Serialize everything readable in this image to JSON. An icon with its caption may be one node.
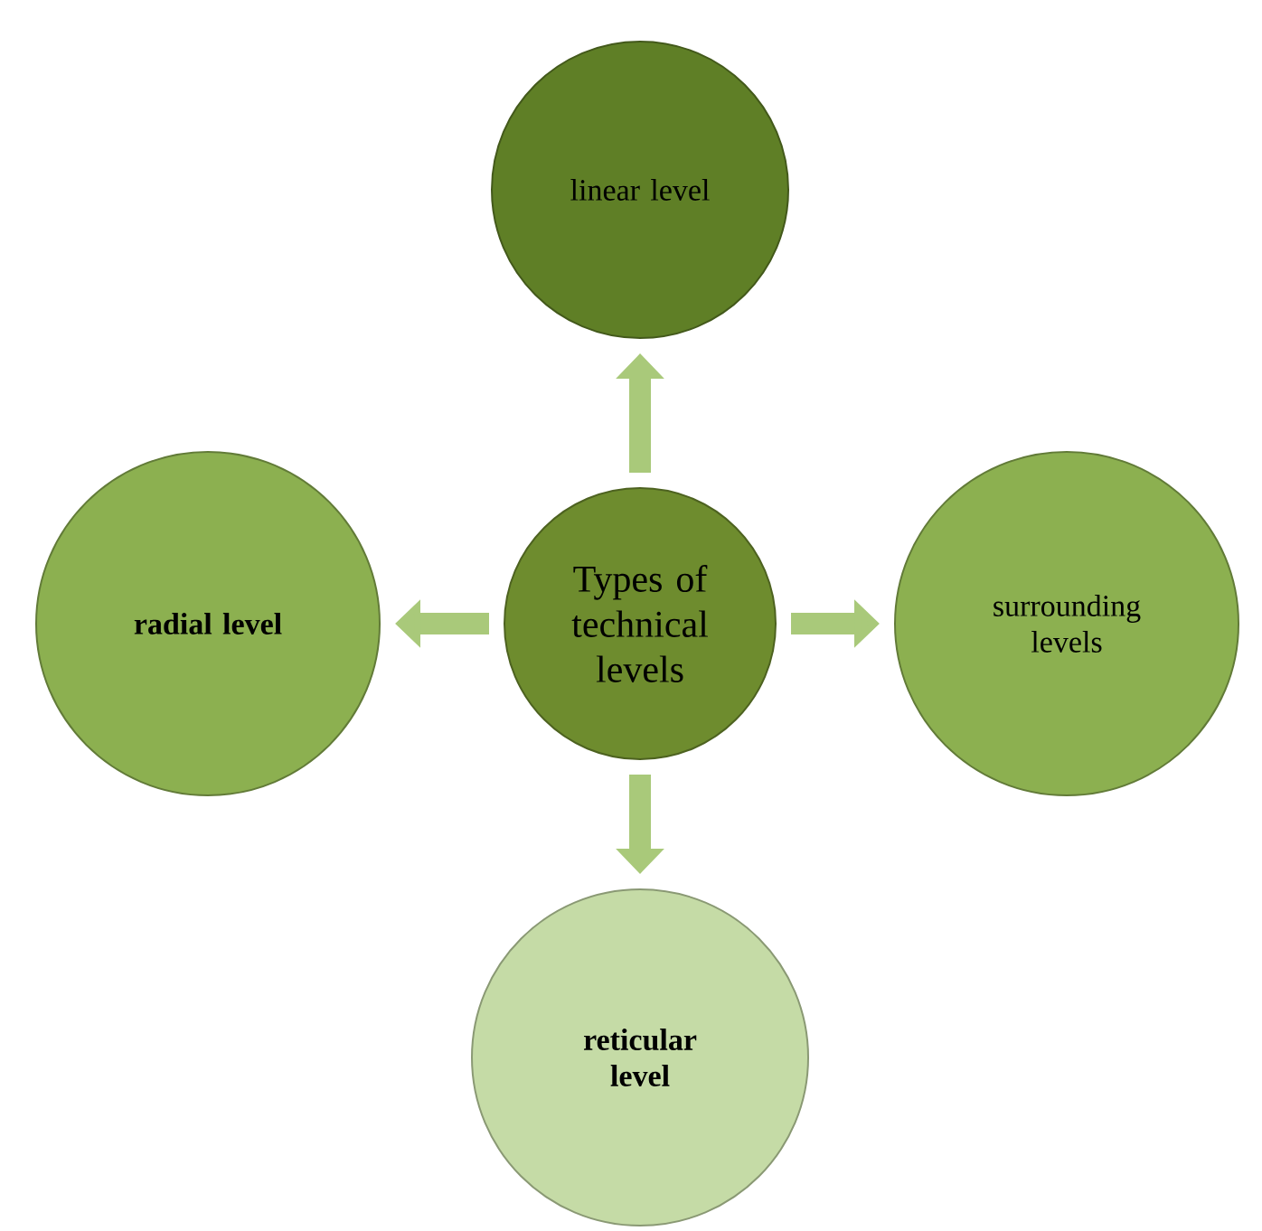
{
  "diagram": {
    "nodes": [
      {
        "text": [
          "linear level"
        ]
      },
      {
        "text": [
          "radial level"
        ]
      },
      {
        "text": [
          "Types of technical levels"
        ]
      },
      {
        "text": [
          "surrounding levels"
        ]
      },
      {
        "text": [
          "reticular level"
        ]
      }
    ],
    "edges": [
      {
        "from": 2,
        "to": 0,
        "arrow": "to"
      },
      {
        "from": 2,
        "to": 1,
        "arrow": "to"
      },
      {
        "from": 2,
        "to": 3,
        "arrow": "to"
      },
      {
        "from": 2,
        "to": 4,
        "arrow": "to"
      }
    ]
  }
}
